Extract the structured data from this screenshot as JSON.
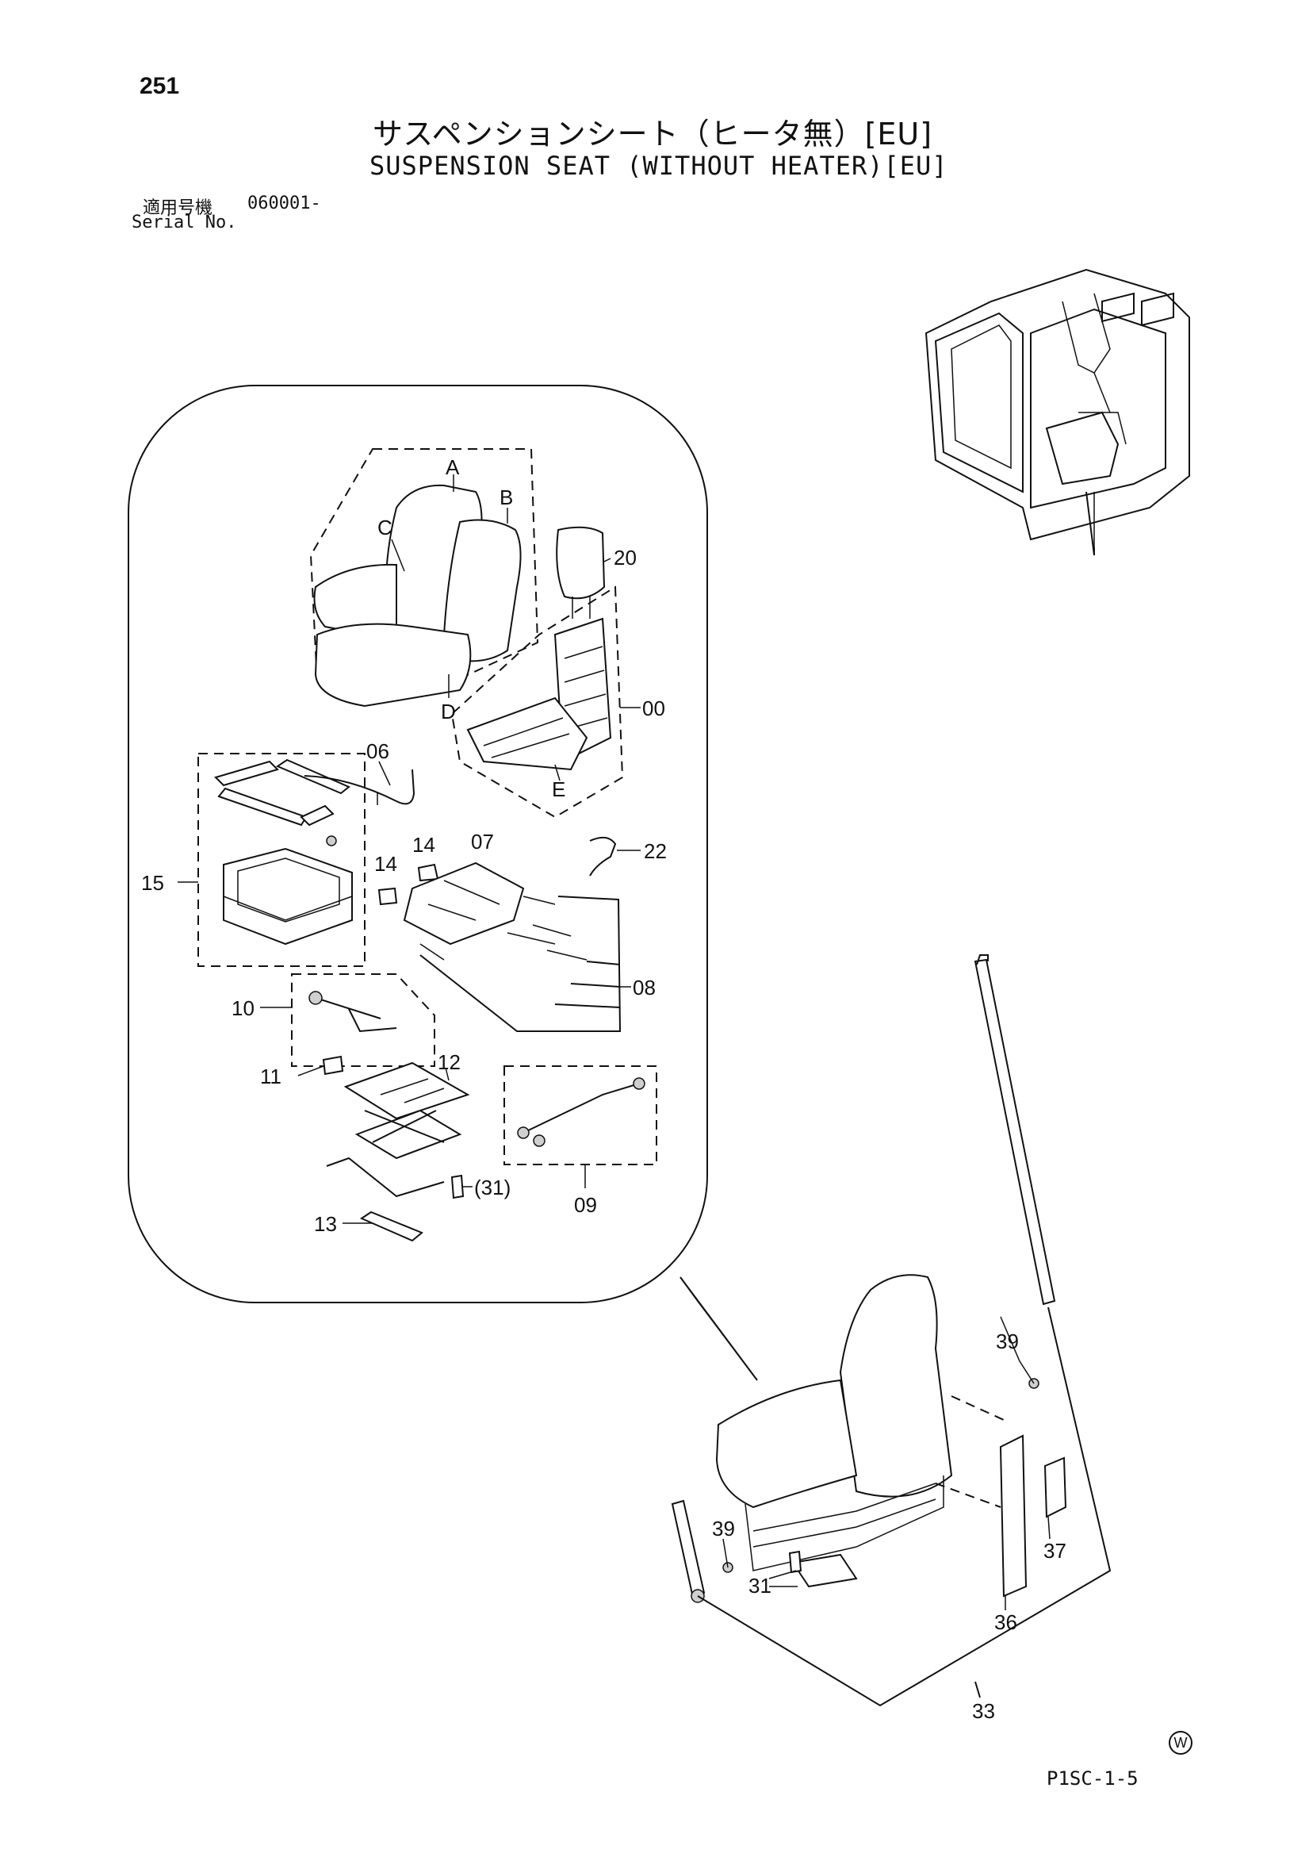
{
  "header": {
    "page_number": "251",
    "title_jp": "サスペンションシート（ヒータ無）[EU]",
    "title_en": "SUSPENSION SEAT (WITHOUT HEATER)[EU]",
    "serial_label_jp": "適用号機",
    "serial_value": "060001-",
    "serial_label_en": "Serial No."
  },
  "callouts": {
    "A": "A",
    "B": "B",
    "C": "C",
    "D": "D",
    "E": "E",
    "p20": "20",
    "p00": "00",
    "p06": "06",
    "p22": "22",
    "p14a": "14",
    "p14b": "14",
    "p07": "07",
    "p15": "15",
    "p08": "08",
    "p10": "10",
    "p11": "11",
    "p12": "12",
    "p09": "09",
    "p31a": "(31)",
    "p13": "13",
    "p39a": "39",
    "p39b": "39",
    "p31b": "31",
    "p37": "37",
    "p36": "36",
    "p33": "33"
  },
  "footer": {
    "mark": "W",
    "code": "P1SC-1-5"
  }
}
